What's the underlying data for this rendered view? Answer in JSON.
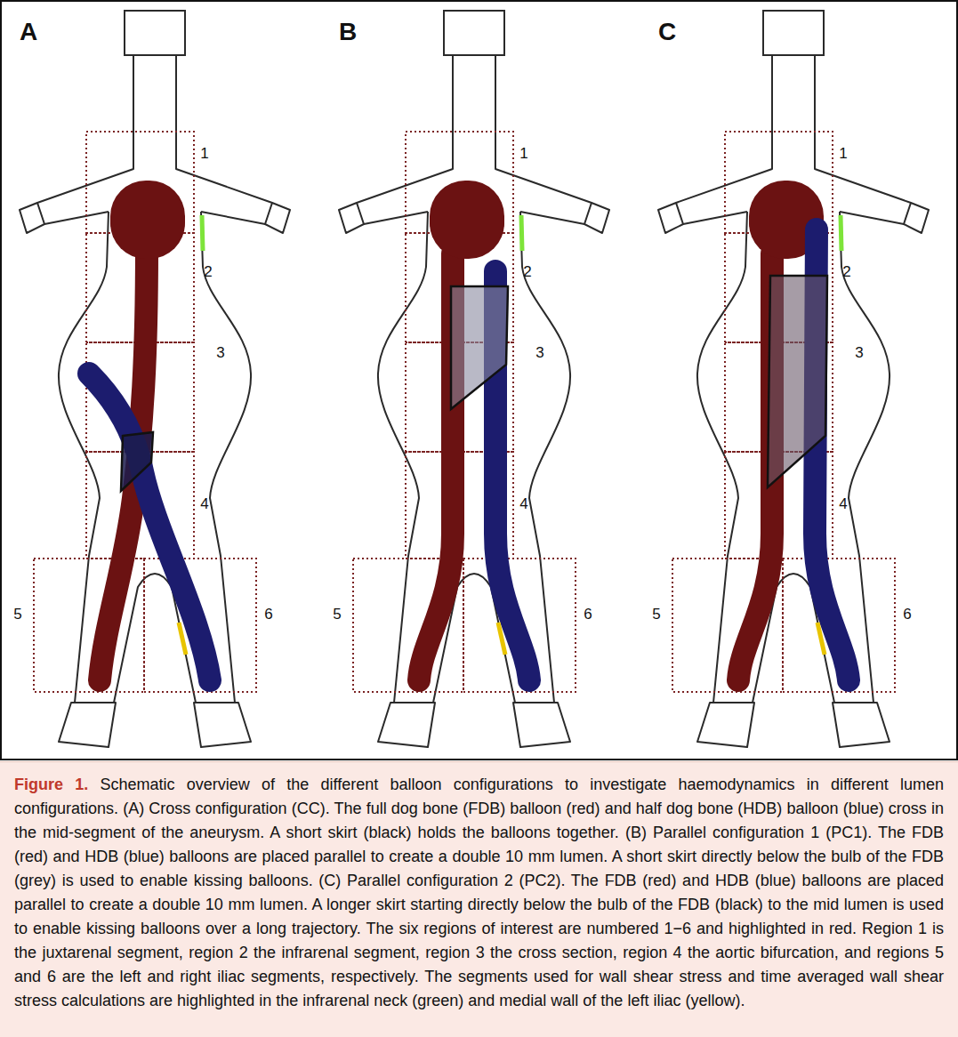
{
  "diagram": {
    "caption": "Schematic overview of the different balloon configurations to investigate haemodynamics in different lumen configurations. (A) Cross configuration (CC). The full dog bone (FDB) balloon (red) and half dog bone (HDB) balloon (blue) cross in the mid-segment of the aneurysm. A short skirt (black) holds the balloons together. (B) Parallel configuration 1 (PC1). The FDB (red) and HDB (blue) balloons are placed parallel to create a double 10 mm lumen. A short skirt directly below the bulb of the FDB (grey) is used to enable kissing balloons. (C) Parallel configuration 2 (PC2). The FDB (red) and HDB (blue) balloons are placed parallel to create a double 10 mm lumen. A longer skirt starting directly below the bulb of the FDB (black) to the mid lumen is used to enable kissing balloons over a long trajectory. The six regions of interest are numbered 1−6 and highlighted in red. Region 1 is the juxtarenal segment, region 2 the infrarenal segment, region 3 the cross section, region 4 the aortic bifurcation, and regions 5 and 6 are the left and right iliac segments, respectively. The segments used for wall shear stress and time averaged wall shear stress calculations are highlighted in the infrarenal neck (green) and medial wall of the left iliac (yellow).",
    "labels": [
      "A",
      "1",
      "2",
      "3",
      "4",
      "5",
      "6",
      "B",
      "1",
      "2",
      "3",
      "4",
      "5",
      "6",
      "C",
      "1",
      "2",
      "3",
      "4",
      "5",
      "6",
      "Figure 1."
    ]
  }
}
